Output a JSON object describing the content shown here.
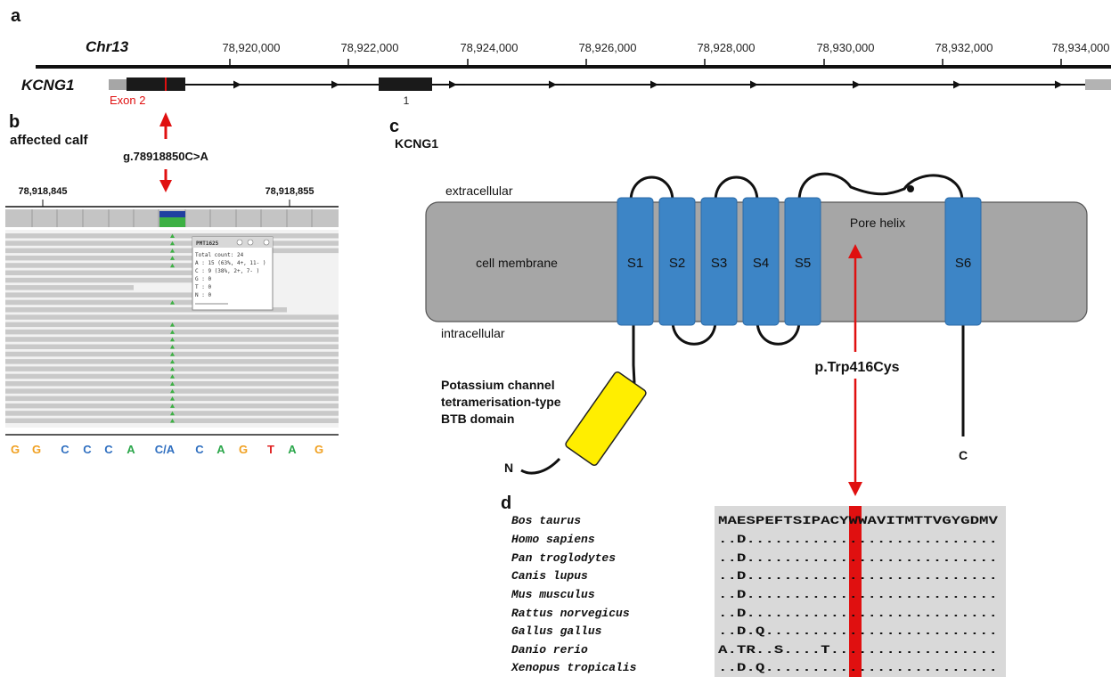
{
  "panels": {
    "a": "a",
    "b": "b",
    "c": "c",
    "d": "d"
  },
  "panel_a": {
    "chromosome": "Chr13",
    "gene": "KCNG1",
    "ticks": [
      "78,920,000",
      "78,922,000",
      "78,924,000",
      "78,926,000",
      "78,928,000",
      "78,930,000",
      "78,932,000",
      "78,934,000"
    ],
    "exon2_label": "Exon 2",
    "exon1_label": "1"
  },
  "panel_b": {
    "sample_label": "affected calf",
    "variant": "g.78918850C>A",
    "coord_left": "78,918,845",
    "coord_right": "78,918,855",
    "popup": {
      "title": "PMT1625",
      "lines": [
        "Total count: 24",
        "A : 15 (63%, 4+, 11- )",
        "C : 9 (38%, 2+, 7- )",
        "G : 0",
        "T : 0",
        "N : 0"
      ]
    },
    "bases": [
      {
        "text": "G",
        "color": "#f0a020"
      },
      {
        "text": "G",
        "color": "#f0a020"
      },
      {
        "text": "C",
        "color": "#2f6fc0"
      },
      {
        "text": "C",
        "color": "#2f6fc0"
      },
      {
        "text": "C",
        "color": "#2f6fc0"
      },
      {
        "text": "A",
        "color": "#2aa64a"
      },
      {
        "text": "C/A",
        "color": "#2f6fc0"
      },
      {
        "text": "C",
        "color": "#2f6fc0"
      },
      {
        "text": "A",
        "color": "#2aa64a"
      },
      {
        "text": "G",
        "color": "#f0a020"
      },
      {
        "text": "T",
        "color": "#e02020"
      },
      {
        "text": "A",
        "color": "#2aa64a"
      },
      {
        "text": "G",
        "color": "#f0a020"
      }
    ]
  },
  "panel_c": {
    "title": "KCNG1",
    "extracellular": "extracellular",
    "intracellular": "intracellular",
    "membrane": "cell membrane",
    "segments": [
      "S1",
      "S2",
      "S3",
      "S4",
      "S5",
      "S6"
    ],
    "pore_helix": "Pore helix",
    "mutation": "p.Trp416Cys",
    "domain_lines": [
      "Potassium channel",
      "tetramerisation-type",
      "BTB domain"
    ],
    "n_term": "N",
    "c_term": "C"
  },
  "panel_d": {
    "alignment": [
      {
        "species": "Bos taurus",
        "seq": "MAESPEFTSIPACYWWAVITMTTVGYGDMV"
      },
      {
        "species": "Homo sapiens",
        "seq": "..D..........................."
      },
      {
        "species": "Pan troglodytes",
        "seq": "..D..........................."
      },
      {
        "species": "Canis lupus",
        "seq": "..D..........................."
      },
      {
        "species": "Mus musculus",
        "seq": "..D..........................."
      },
      {
        "species": "Rattus norvegicus",
        "seq": "..D..........................."
      },
      {
        "species": "Gallus gallus",
        "seq": "..D.Q........................."
      },
      {
        "species": "Danio rerio",
        "seq": "A.TR..S....T.................."
      },
      {
        "species": "Xenopus tropicalis",
        "seq": "..D.Q........................."
      }
    ]
  },
  "colors": {
    "accent_red": "#e01010",
    "segment_blue": "#3d85c6",
    "membrane_gray": "#a6a6a6",
    "domain_yellow": "#ffee00"
  }
}
